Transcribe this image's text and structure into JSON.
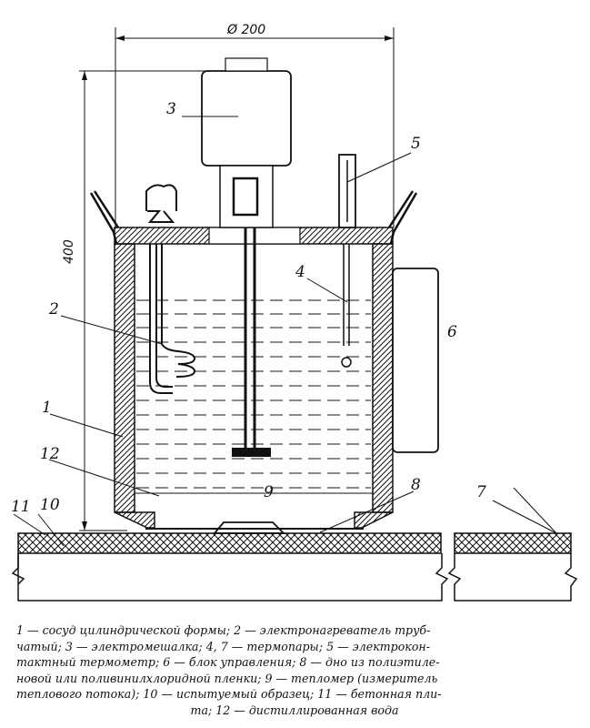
{
  "figure": {
    "dimension_width": "Ø 200",
    "dimension_height": "400",
    "labels": {
      "l1": "1",
      "l2": "2",
      "l3": "3",
      "l4": "4",
      "l5": "5",
      "l6": "6",
      "l7": "7",
      "l8": "8",
      "l9": "9",
      "l10": "10",
      "l11": "11",
      "l12": "12"
    }
  },
  "caption": {
    "lines": [
      "1 — сосуд цилиндрической формы; 2 — электронагреватель труб-",
      "чатый; 3 — электромешалка; 4, 7 — термопары; 5 — электрокон-",
      "тактный термометр; 6 — блок управления; 8 — дно из полиэтиле-",
      "новой или поливинилхлоридной пленки; 9 — тепломер (измеритель",
      "теплового потока); 10 — испытуемый образец; 11 — бетонная пли-",
      "та; 12 — дистиллированная вода"
    ]
  }
}
